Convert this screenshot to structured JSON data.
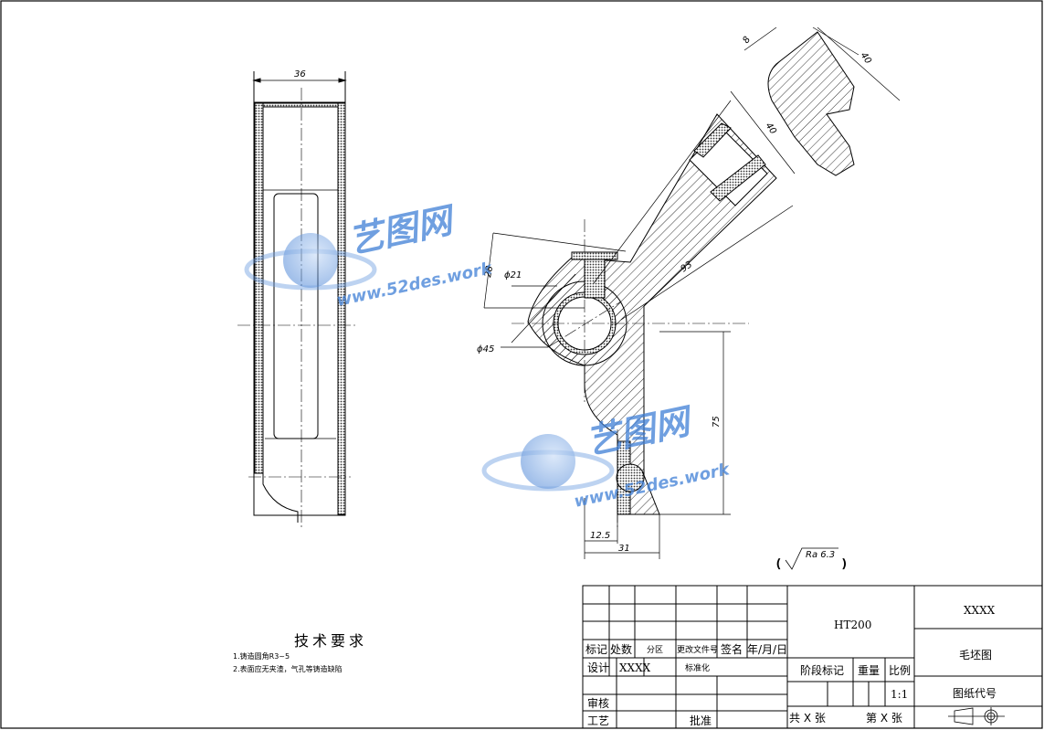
{
  "dimensions": {
    "side_width": "36",
    "flange_thickness": "8",
    "flange_width": "40",
    "arm_width": "40",
    "arm_length": "93",
    "boss_offset": "28",
    "bore_diameter": "ϕ21",
    "boss_diameter": "ϕ45",
    "base_height": "75",
    "base_offset": "12.5",
    "base_width": "31"
  },
  "surface_roughness": "Ra 6.3",
  "technical_requirements": {
    "title": "技术要求",
    "items": [
      "1.铸造圆角R3~5",
      "2.表面应无夹渣，气孔等铸造缺陷"
    ]
  },
  "title_block": {
    "material": "HT200",
    "company": "XXXX",
    "drawing_name": "毛坯图",
    "drawing_code_label": "图纸代号",
    "scale": "1:1",
    "stage_mark_label": "阶段标记",
    "weight_label": "重量",
    "scale_label": "比例",
    "sheet_total": "共  X  张",
    "sheet_number": "第  X  张",
    "headers": {
      "mark": "标记",
      "count": "处数",
      "zone": "分区",
      "change_doc": "更改文件号",
      "signature": "签名",
      "date": "年/月/日"
    },
    "design_label": "设计",
    "designer": "XXXX",
    "standardize_label": "标准化",
    "review_label": "审核",
    "process_label": "工艺",
    "approve_label": "批准"
  },
  "watermark": {
    "brand": "艺图网",
    "url": "www.52des.work",
    "accent_color": "#1e5fb8"
  }
}
